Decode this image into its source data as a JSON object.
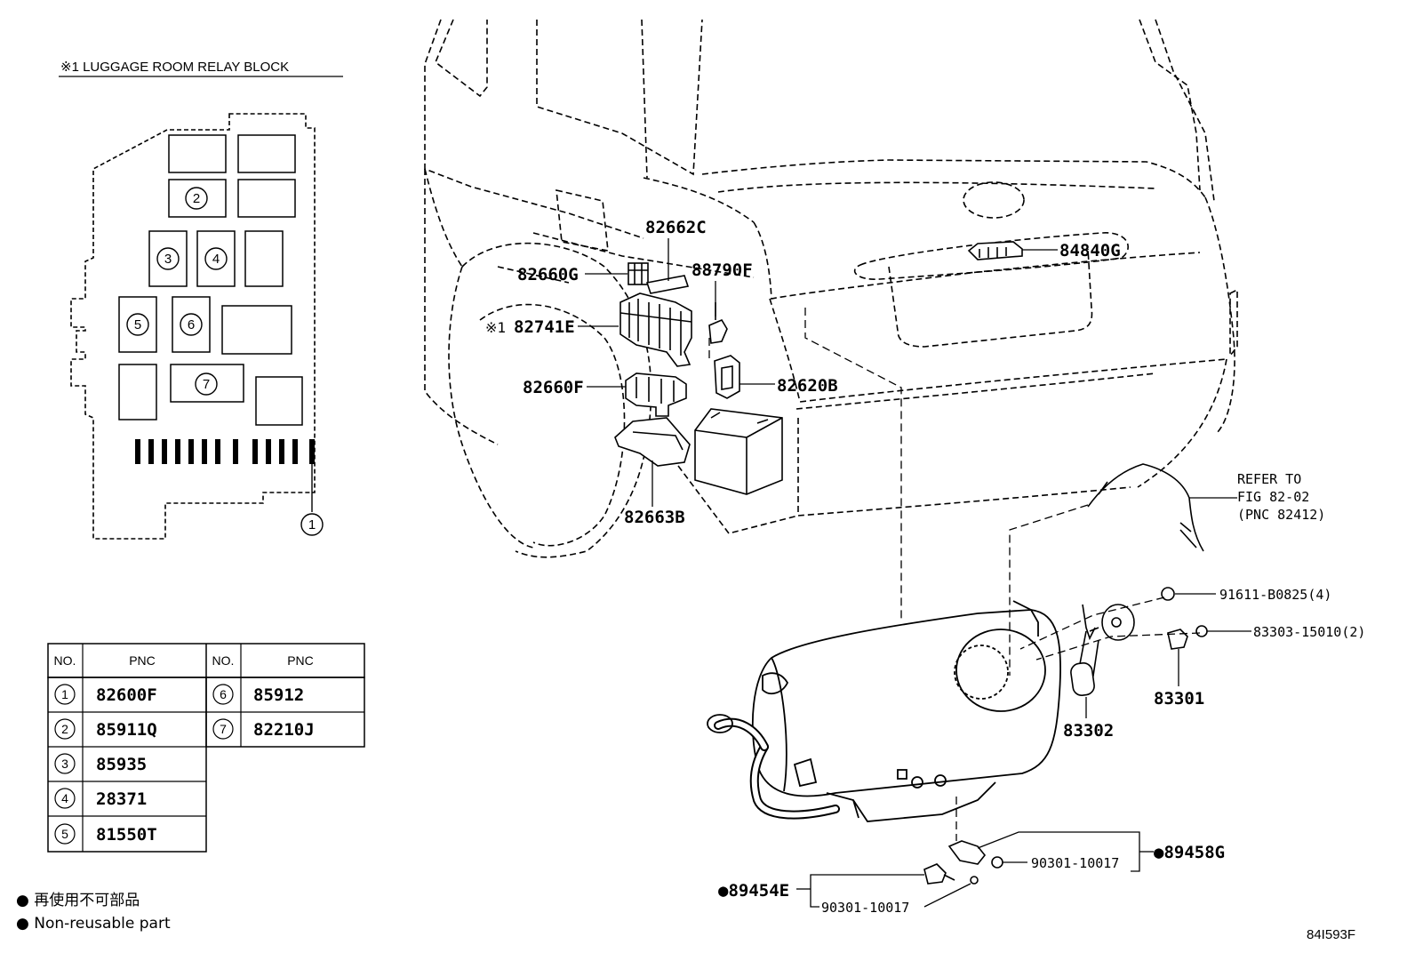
{
  "relay_block": {
    "title": "※1 LUGGAGE ROOM RELAY BLOCK",
    "markers": [
      "1",
      "2",
      "3",
      "4",
      "5",
      "6",
      "7"
    ]
  },
  "pnc_table": {
    "headers": [
      "NO.",
      "PNC",
      "NO.",
      "PNC"
    ],
    "rows": [
      {
        "no": "1",
        "pnc": "82600F"
      },
      {
        "no": "2",
        "pnc": "85911Q"
      },
      {
        "no": "3",
        "pnc": "85935"
      },
      {
        "no": "4",
        "pnc": "28371"
      },
      {
        "no": "5",
        "pnc": "81550T"
      },
      {
        "no": "6",
        "pnc": "85912"
      },
      {
        "no": "7",
        "pnc": "82210J"
      }
    ]
  },
  "legend": {
    "japanese": "● 再使用不可部品",
    "english": "● Non-reusable part"
  },
  "callouts": {
    "c82662C": "82662C",
    "c82660G": "82660G",
    "c88790F": "88790F",
    "c82741E": "82741E",
    "c82741E_mark": "※1",
    "c82660F": "82660F",
    "c82620B": "82620B",
    "c82663B": "82663B",
    "c84840G": "84840G",
    "refer": [
      "REFER TO",
      "FIG 82-02",
      "(PNC 82412)"
    ],
    "c91611": "91611-B0825(4)",
    "c83303": "83303-15010(2)",
    "c83301": "83301",
    "c83302": "83302",
    "c89458G": "●89458G",
    "c90301a": "90301-10017",
    "c89454E": "●89454E",
    "c90301b": "90301-10017"
  },
  "figure_code": "84I593F"
}
